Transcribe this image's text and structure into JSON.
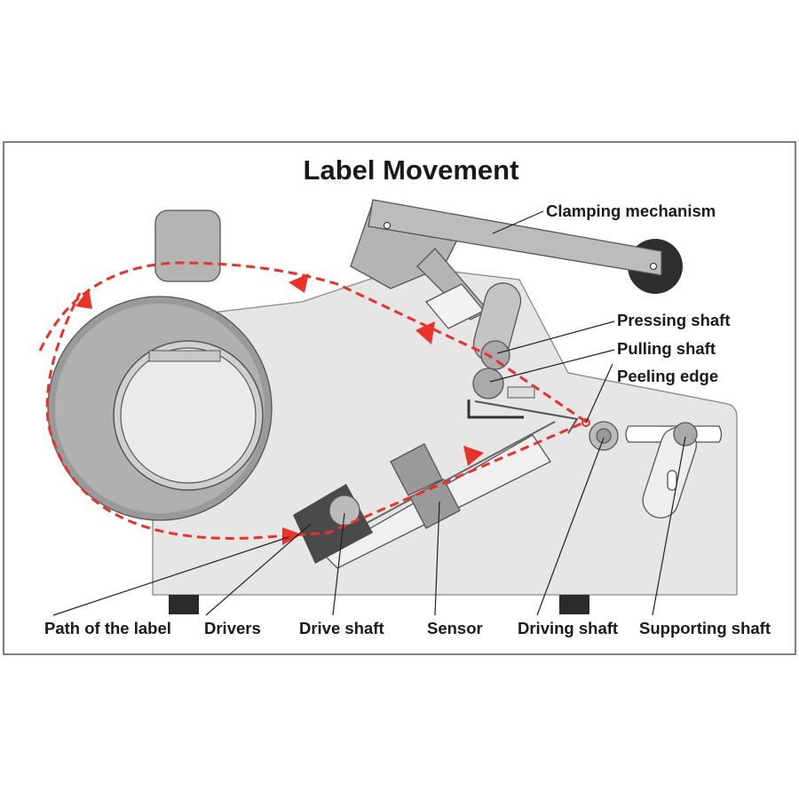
{
  "title": "Label Movement",
  "labels": {
    "clamping_mechanism": "Clamping mechanism",
    "pressing_shaft": "Pressing shaft",
    "pulling_shaft": "Pulling shaft",
    "peeling_edge": "Peeling edge",
    "path_of_label": "Path of the label",
    "drivers": "Drivers",
    "drive_shaft": "Drive shaft",
    "sensor": "Sensor",
    "driving_shaft": "Driving shaft",
    "supporting_shaft": "Supporting shaft"
  },
  "colors": {
    "path": "#e8322a",
    "body": "#e6e6e6",
    "part": "#b4b4b4",
    "dark": "#3a3a3a"
  }
}
